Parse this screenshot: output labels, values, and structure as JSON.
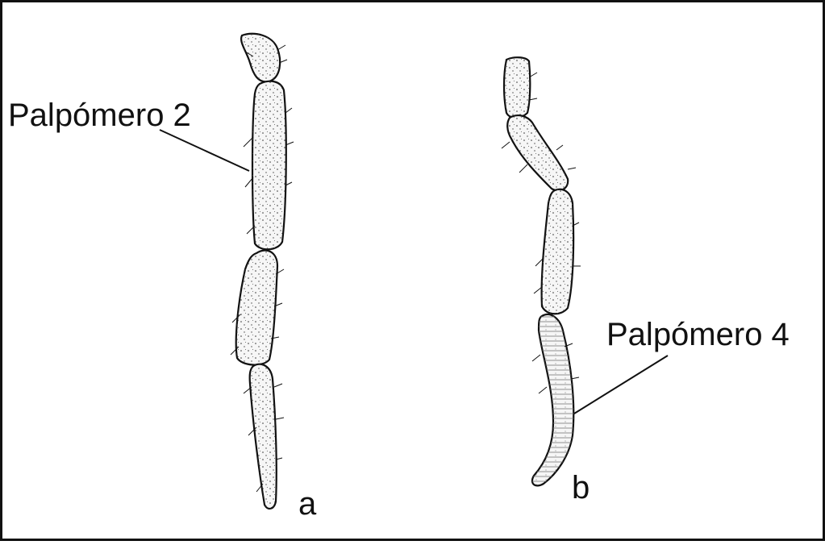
{
  "labels": {
    "palpomero_2": "Palpómero 2",
    "palpomero_4": "Palpómero 4",
    "panel_a": "a",
    "panel_b": "b"
  },
  "colors": {
    "ink": "#111111",
    "segment_fill": "#f6f6f6",
    "background": "#ffffff"
  }
}
